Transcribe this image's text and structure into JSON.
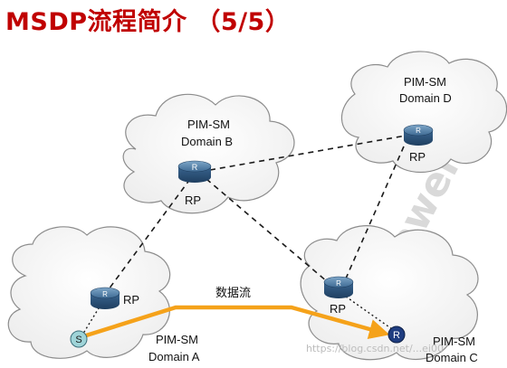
{
  "title": "MSDP流程简介 （5/5）",
  "domains": {
    "a": {
      "line1": "PIM-SM",
      "line2": "Domain A"
    },
    "b": {
      "line1": "PIM-SM",
      "line2": "Domain B"
    },
    "c": {
      "line1": "PIM-SM",
      "line2": "Domain C"
    },
    "d": {
      "line1": "PIM-SM",
      "line2": "Domain D"
    }
  },
  "routers": {
    "a_label": "RP",
    "b_label": "RP",
    "c_label": "RP",
    "d_label": "RP",
    "icon_letter": "R"
  },
  "source": {
    "label": "S"
  },
  "receiver": {
    "label": "R"
  },
  "flow": {
    "label": "数据流",
    "color": "#f5a21a"
  },
  "watermark": {
    "text": "e. huawei",
    "url": "https://blog.csdn.net/...ei00"
  },
  "colors": {
    "title": "#c00000",
    "cloud_fill": "#f4f4f4",
    "cloud_stroke": "#8c8c8c",
    "router": "#2f5a82",
    "source": "#9fd4d8",
    "receiver": "#1f3d80"
  }
}
